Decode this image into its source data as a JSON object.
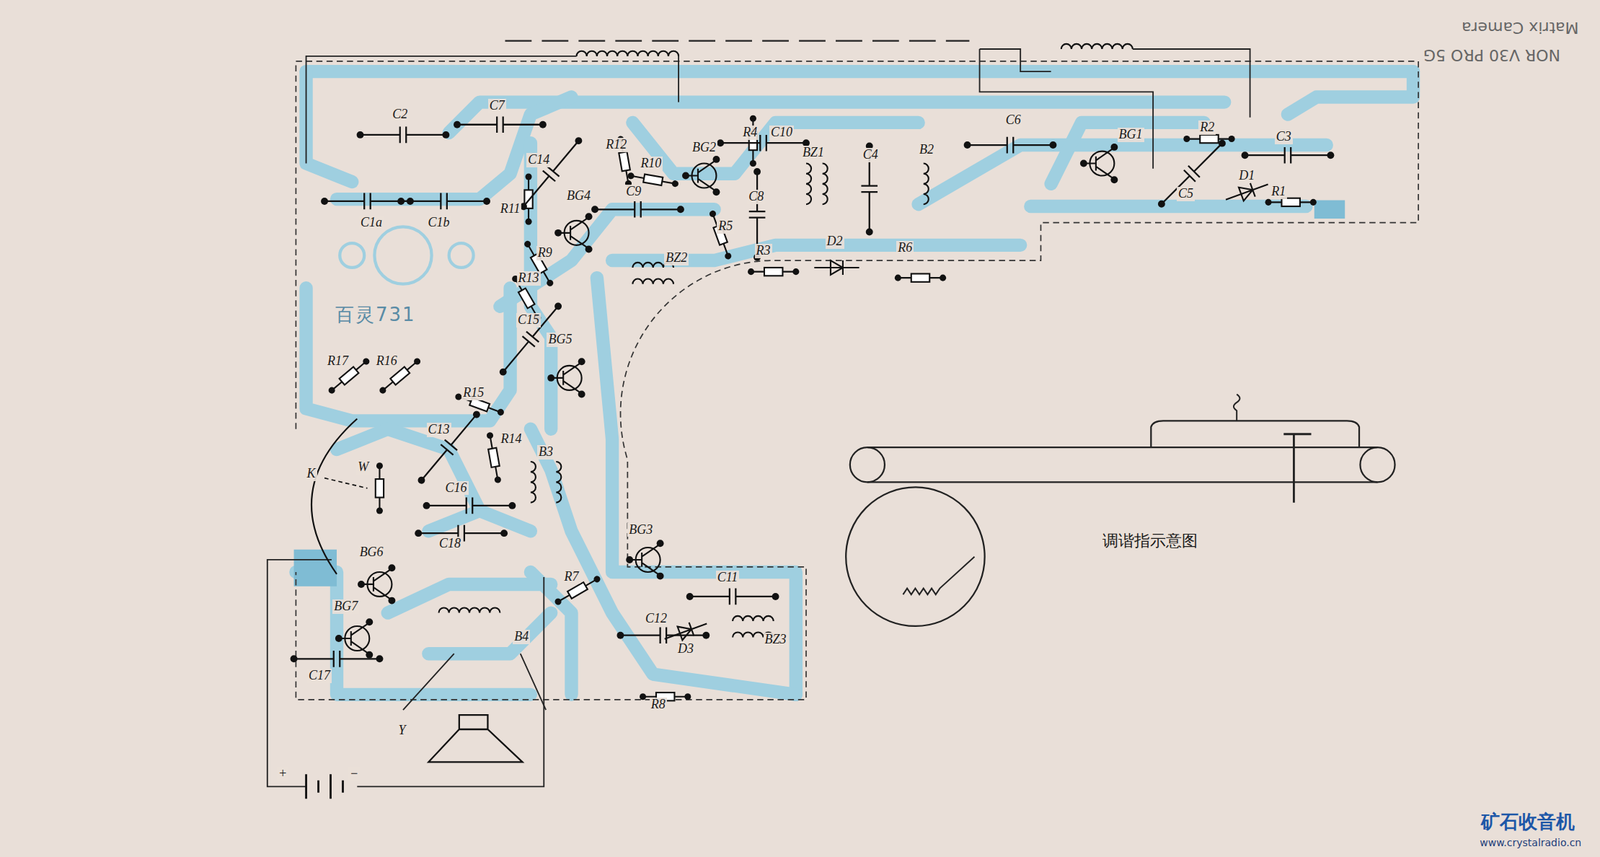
{
  "diagram": {
    "labels": [
      "C2",
      "C7",
      "C14",
      "R12",
      "BG2",
      "R4",
      "C10",
      "BZ1",
      "C4",
      "B2",
      "C6",
      "BG1",
      "R2",
      "C3",
      "C1a",
      "C1b",
      "R11",
      "BG4",
      "R10",
      "C9",
      "C8",
      "C5",
      "D1",
      "R1",
      "BZ2",
      "R5",
      "R3",
      "D2",
      "R6",
      "R9",
      "R13",
      "百灵731",
      "C15",
      "BG5",
      "R17",
      "R16",
      "R15",
      "C13",
      "R14",
      "B3",
      "K",
      "W",
      "C16",
      "C18",
      "BG6",
      "BG3",
      "R7",
      "C11",
      "BG7",
      "B4",
      "C12",
      "D3",
      "BZ3",
      "C17",
      "R8",
      "Y",
      "+",
      "−",
      "调谐指示意图",
      "NOR V30 PRO 5G",
      "Matrix Camera",
      "矿石收音机",
      "www.crystalradio.cn"
    ]
  }
}
